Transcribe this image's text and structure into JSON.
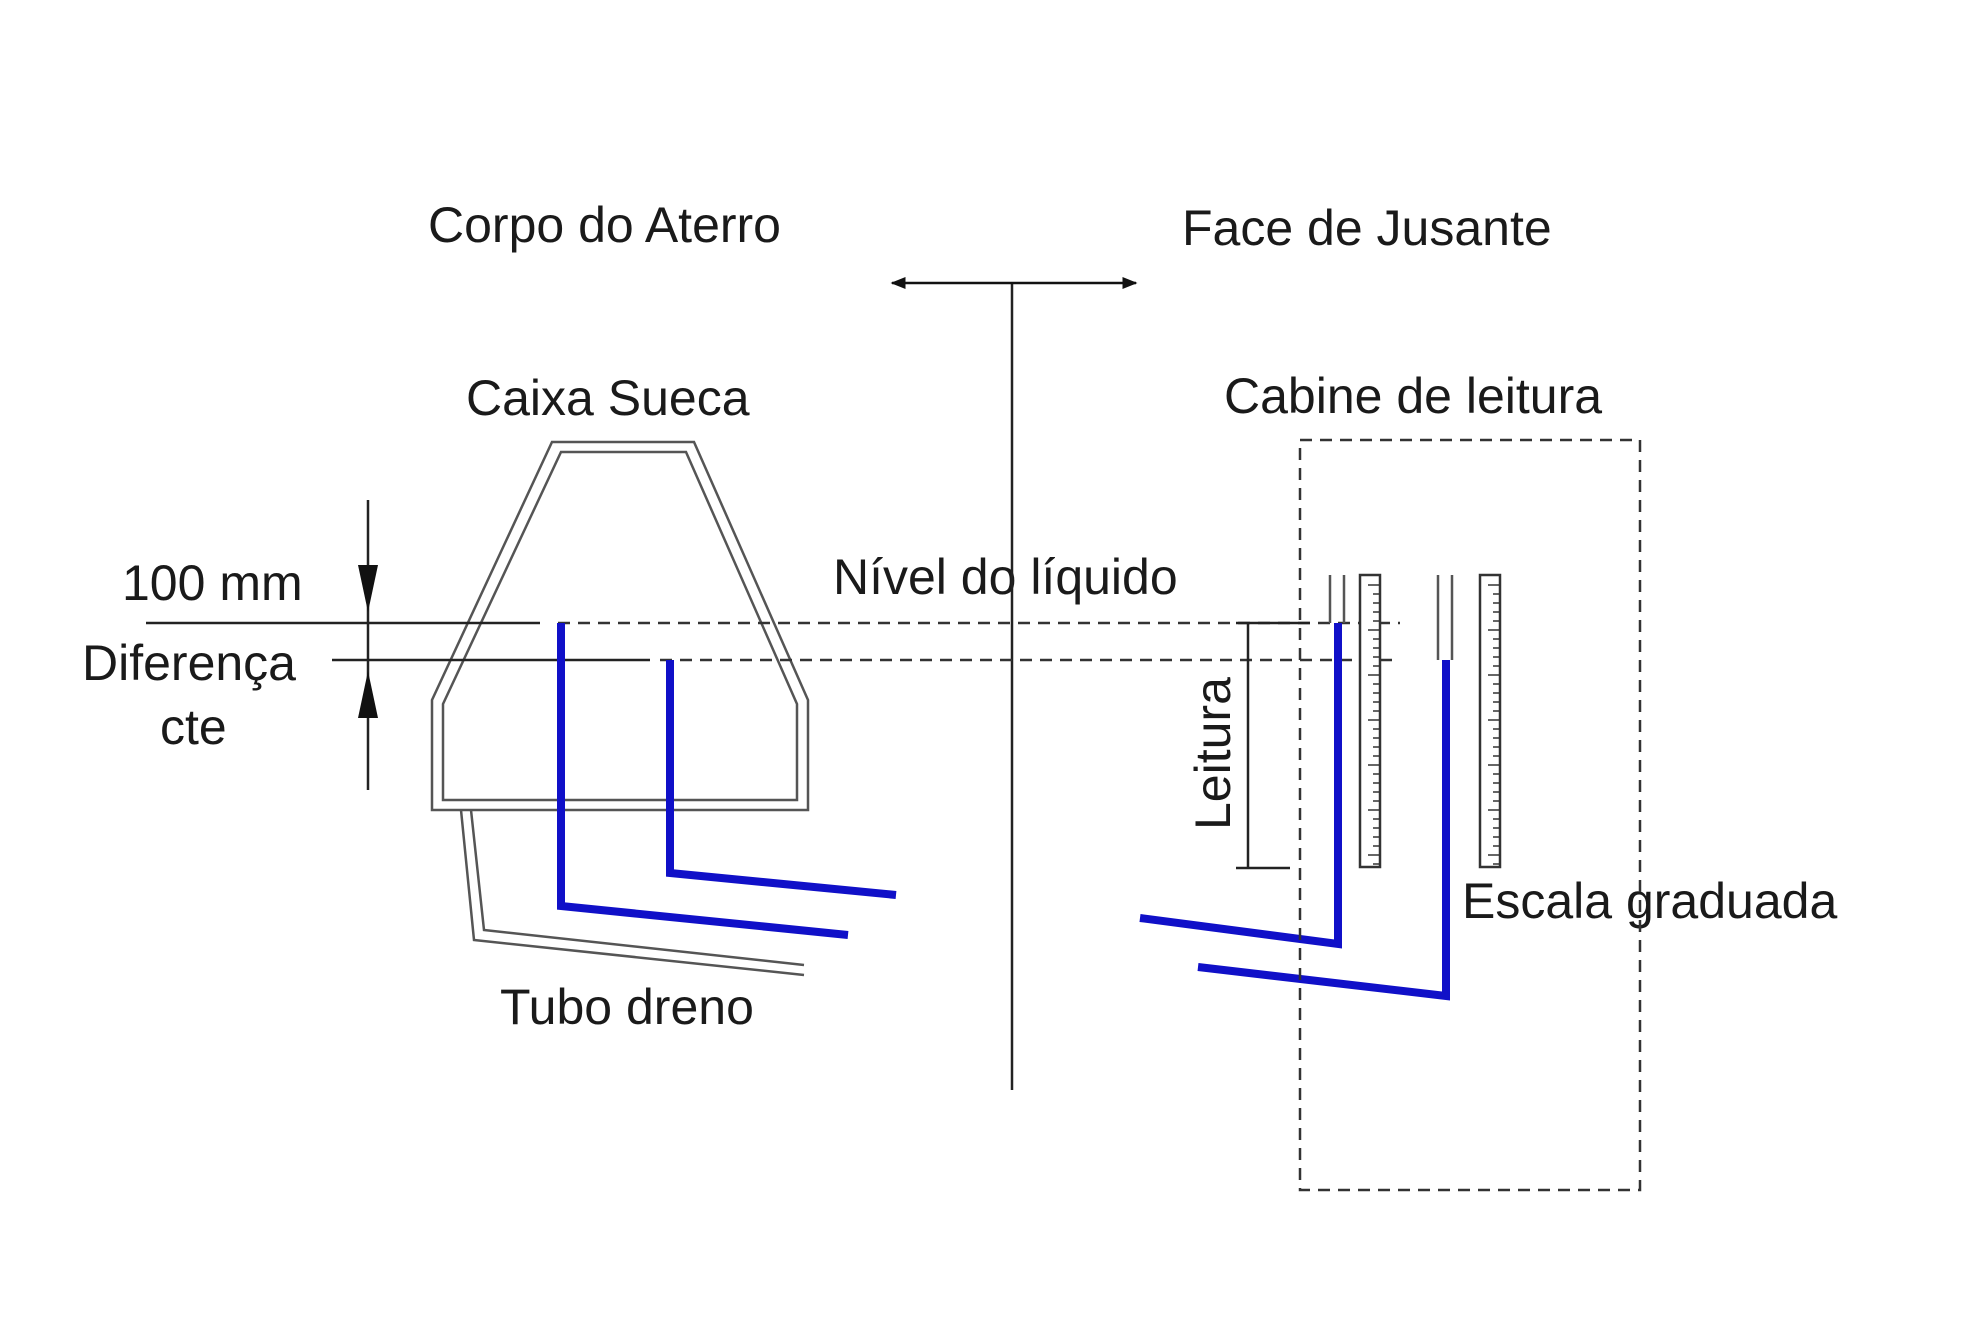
{
  "labels": {
    "corpo_aterro": "Corpo do Aterro",
    "face_jusante": "Face de Jusante",
    "caixa_sueca": "Caixa Sueca",
    "cabine_leitura": "Cabine de leitura",
    "nivel_liquido": "Nível do líquido",
    "mm_100": "100 mm",
    "diferenca": "Diferença",
    "cte": "cte",
    "leitura": "Leitura",
    "escala_graduada": "Escala graduada",
    "tubo_dreno": "Tubo dreno"
  },
  "colors": {
    "pipe": "#1010c8",
    "line": "#222222",
    "text": "#1a1a1a"
  }
}
